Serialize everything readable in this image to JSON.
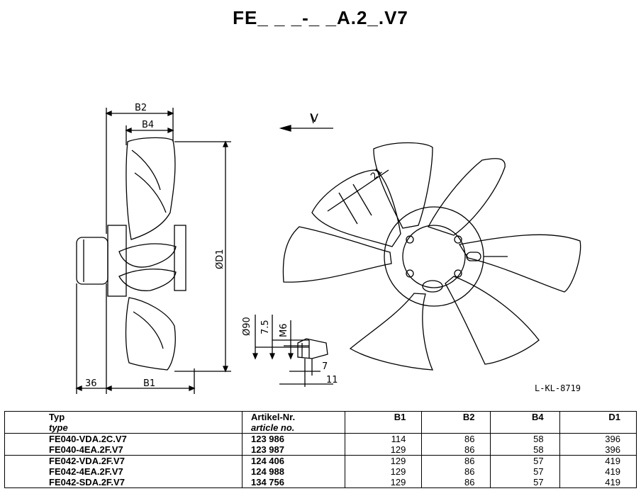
{
  "title": "FE_ _ _-_ _A.2_.V7",
  "drawing": {
    "dimensions": {
      "b2": "B2",
      "b4": "B4",
      "d1": "ØD1",
      "b1": "B1",
      "offset_36": "36",
      "d90": "Ø90",
      "d7_5": "7.5",
      "m6": "M6",
      "d7": "7",
      "d11": "11",
      "d21": "21",
      "airflow": "V"
    },
    "reference": "L-KL-8719"
  },
  "table": {
    "headers": {
      "typ": "Typ",
      "typ_sub": "type",
      "artikel": "Artikel-Nr.",
      "artikel_sub": "article no.",
      "b1": "B1",
      "b2": "B2",
      "b4": "B4",
      "d1": "D1"
    },
    "rows": [
      {
        "typ": "FE040-VDA.2C.V7",
        "artikel": "123 986",
        "b1": "114",
        "b2": "86",
        "b4": "58",
        "d1": "396"
      },
      {
        "typ": "FE040-4EA.2F.V7",
        "artikel": "123 987",
        "b1": "129",
        "b2": "86",
        "b4": "58",
        "d1": "396"
      },
      {
        "typ": "FE042-VDA.2F.V7",
        "artikel": "124 406",
        "b1": "129",
        "b2": "86",
        "b4": "57",
        "d1": "419"
      },
      {
        "typ": "FE042-4EA.2F.V7",
        "artikel": "124 988",
        "b1": "129",
        "b2": "86",
        "b4": "57",
        "d1": "419"
      },
      {
        "typ": "FE042-SDA.2F.V7",
        "artikel": "134 756",
        "b1": "129",
        "b2": "86",
        "b4": "57",
        "d1": "419"
      }
    ]
  }
}
